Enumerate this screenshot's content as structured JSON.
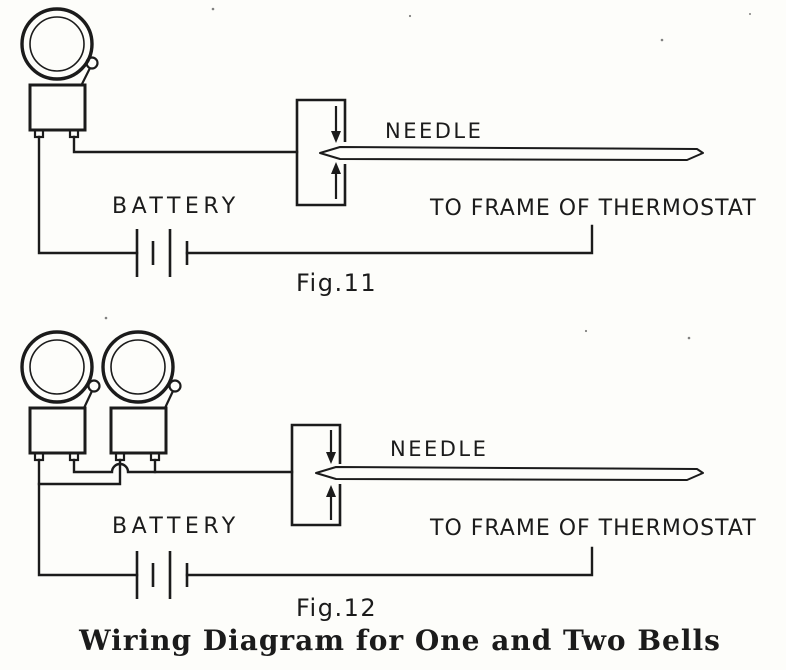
{
  "page": {
    "ink_color": "#1b1b1b",
    "paper_color": "#fdfdfa"
  },
  "fig11": {
    "needle_label": "NEEDLE",
    "battery_label": "BATTERY",
    "frame_label": "TO FRAME OF THERMOSTAT",
    "caption": "Fig.11"
  },
  "fig12": {
    "needle_label": "NEEDLE",
    "battery_label": "BATTERY",
    "frame_label": "TO FRAME OF THERMOSTAT",
    "caption": "Fig.12"
  },
  "caption": "Wiring Diagram for One and Two Bells"
}
